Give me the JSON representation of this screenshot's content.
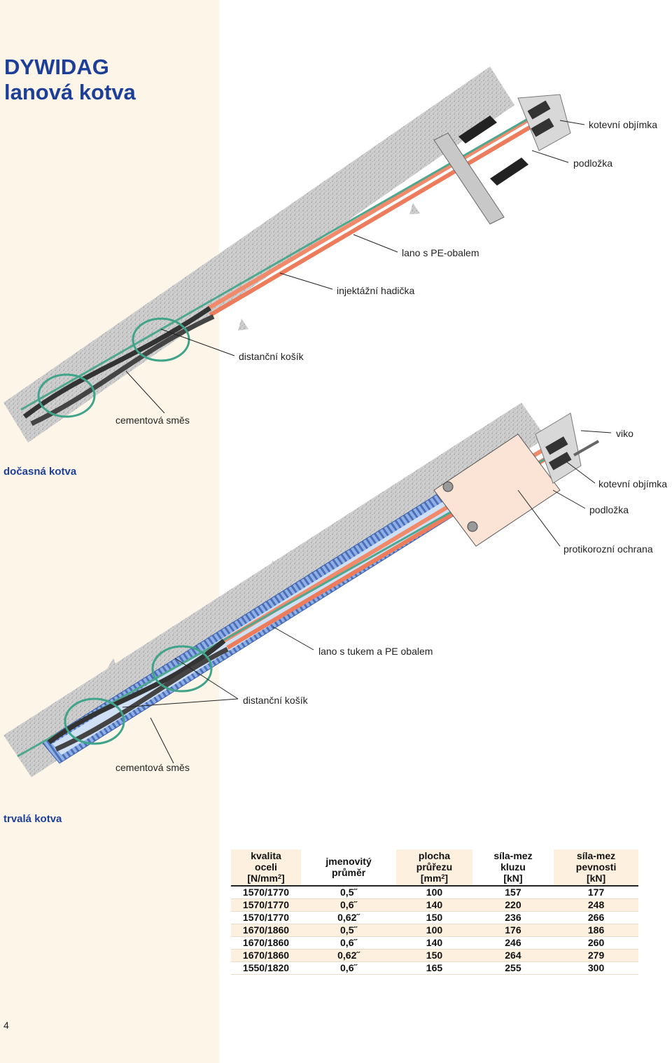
{
  "title": {
    "line1": "DYWIDAG",
    "line2": "lanová kotva"
  },
  "page_number": "4",
  "diagrams": [
    {
      "section_label": "dočasná kotva",
      "callouts": [
        "kotevní objímka",
        "podložka",
        "lano s PE-obalem",
        "injektážní hadička",
        "distanční košík",
        "cementová směs"
      ]
    },
    {
      "section_label": "trvalá kotva",
      "callouts": [
        "viko",
        "kotevní objímka",
        "podložka",
        "protikorozní ochrana",
        "lano s tukem a PE obalem",
        "distanční košík",
        "cementová směs"
      ]
    }
  ],
  "table": {
    "headers": [
      {
        "l1": "kvalita",
        "l2": "oceli",
        "l3": "[N/mm",
        "sup": "2",
        "l3end": "]"
      },
      {
        "l1": "jmenovitý",
        "l2": "průměr"
      },
      {
        "l1": "plocha",
        "l2": "průřezu",
        "l3": "[mm",
        "sup": "2",
        "l3end": "]"
      },
      {
        "l1": "síla-mez",
        "l2": "kluzu",
        "l3": "[kN]"
      },
      {
        "l1": "síla-mez",
        "l2": "pevnosti",
        "l3": "[kN]"
      }
    ],
    "rows": [
      [
        "1570/1770",
        "0,5˝",
        "100",
        "157",
        "177"
      ],
      [
        "1570/1770",
        "0,6˝",
        "140",
        "220",
        "248"
      ],
      [
        "1570/1770",
        "0,62˝",
        "150",
        "236",
        "266"
      ],
      [
        "1670/1860",
        "0,5˝",
        "100",
        "176",
        "186"
      ],
      [
        "1670/1860",
        "0,6˝",
        "140",
        "246",
        "260"
      ],
      [
        "1670/1860",
        "0,62˝",
        "150",
        "264",
        "279"
      ],
      [
        "1550/1820",
        "0,6˝",
        "165",
        "255",
        "300"
      ]
    ]
  },
  "colors": {
    "sidebar": "#fdf5e8",
    "title": "#1d3f97",
    "strand": "#f08a6a",
    "grout": "#c9c9c9",
    "spacer": "#3fa489",
    "duct": "#7f9fd8"
  }
}
